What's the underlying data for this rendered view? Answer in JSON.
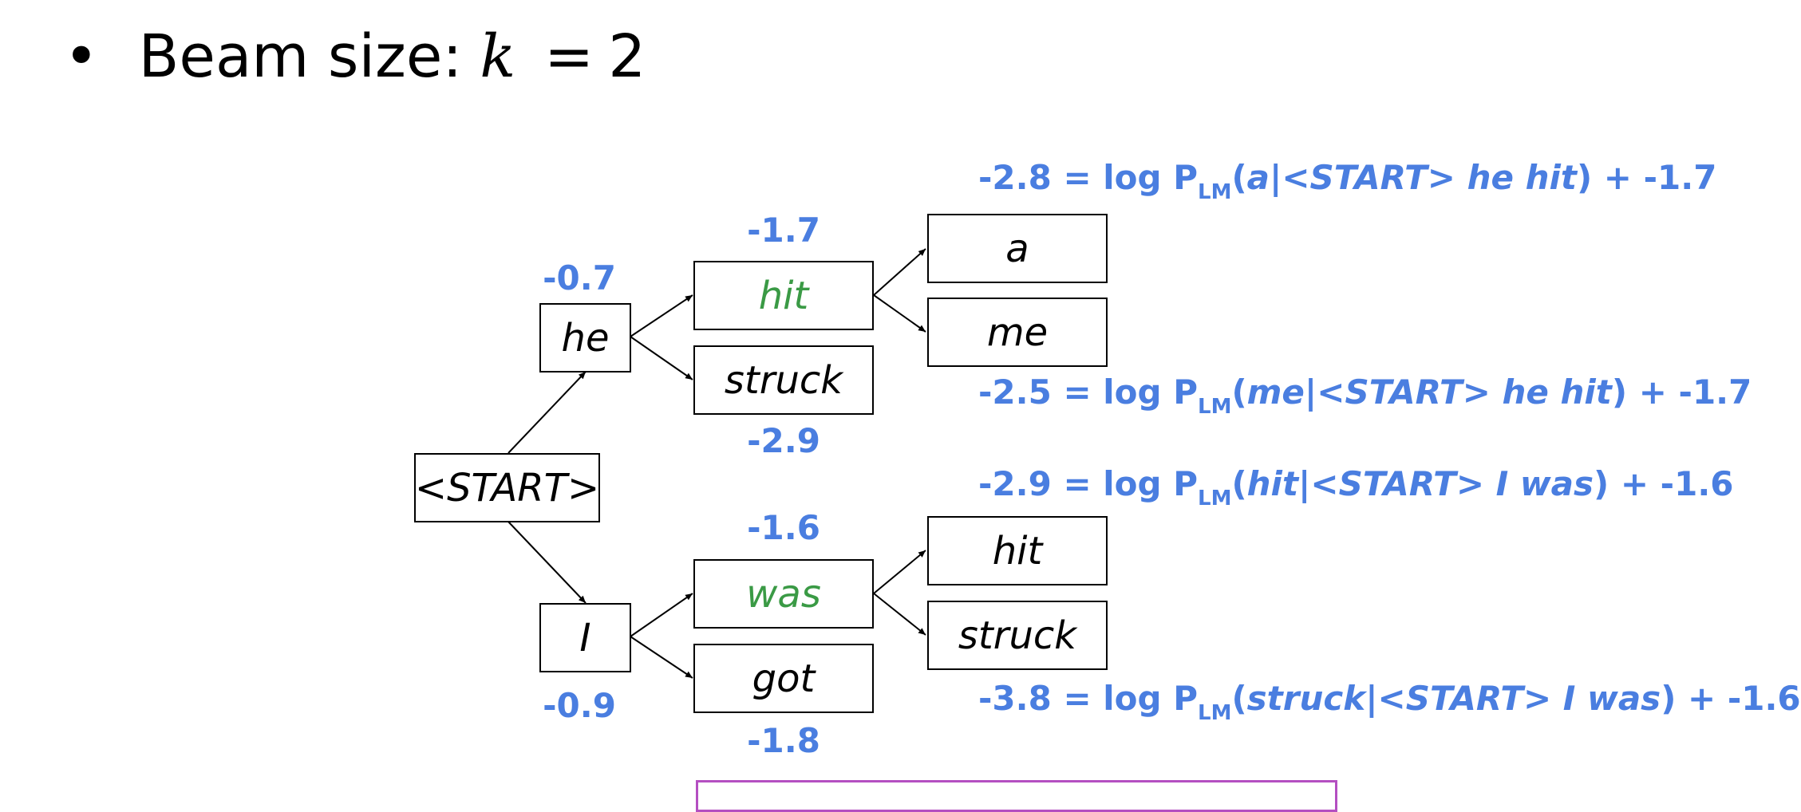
{
  "title": {
    "bullet": "•",
    "text": "Beam size:",
    "var": "k",
    "eq": "=",
    "value": "2"
  },
  "nodes": {
    "start": "<START>",
    "he": "he",
    "i": "I",
    "hit": "hit",
    "struck": "struck",
    "was": "was",
    "got": "got",
    "a": "a",
    "me": "me",
    "hit2": "hit",
    "struck2": "struck"
  },
  "scores": {
    "he": "-0.7",
    "i": "-0.9",
    "hit": "-1.7",
    "struck": "-2.9",
    "was": "-1.6",
    "got": "-1.8"
  },
  "annotations": [
    {
      "score": "-2.8",
      "eq": " = log P",
      "sub": "LM",
      "open": "(",
      "word": "a",
      "sep": "|",
      "ctx": "<START> he hit",
      "tail": ") + -1.7"
    },
    {
      "score": "-2.5",
      "eq": " = log P",
      "sub": "LM",
      "open": "(",
      "word": "me",
      "sep": "|",
      "ctx": "<START> he hit",
      "tail": ") + -1.7"
    },
    {
      "score": "-2.9",
      "eq": " = log P",
      "sub": "LM",
      "open": "(",
      "word": "hit",
      "sep": "|",
      "ctx": "<START> I was",
      "tail": ") + -1.6"
    },
    {
      "score": "-3.8",
      "eq": " = log P",
      "sub": "LM",
      "open": "(",
      "word": "struck",
      "sep": "|",
      "ctx": "<START> I was",
      "tail": ") + -1.6"
    }
  ],
  "colors": {
    "score": "#4a7ee0",
    "selected": "#3a9a45",
    "box_outline": "#b44fc1"
  }
}
